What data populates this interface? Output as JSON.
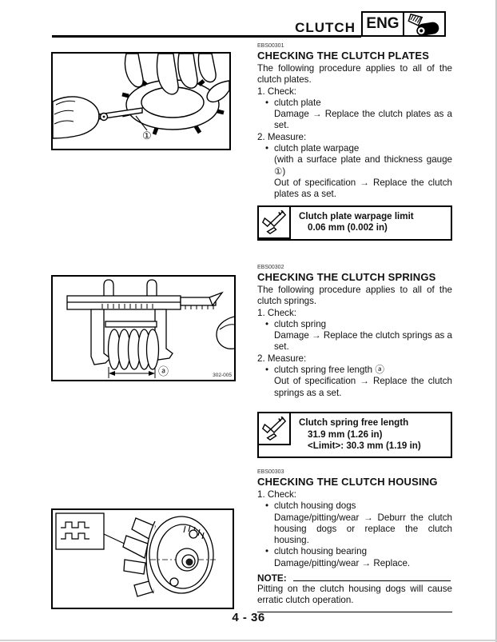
{
  "header": {
    "title": "CLUTCH",
    "badge_label": "ENG"
  },
  "footer": {
    "page_number": "4 - 36"
  },
  "glyphs": {
    "bullet": "•"
  },
  "figures": {
    "plate_check": {
      "callout": "①"
    },
    "spring_measure": {
      "callout": "ⓐ",
      "ref_code": "302-005"
    }
  },
  "sections": [
    {
      "code": "EBS00301",
      "heading": "CHECKING THE CLUTCH PLATES",
      "intro": "The following procedure applies to all of the clutch plates.",
      "steps": [
        {
          "label": "1. Check:"
        },
        {
          "bullet": "clutch plate"
        },
        {
          "detail": "Damage → Replace the clutch plates as a set."
        },
        {
          "label": "2. Measure:"
        },
        {
          "bullet": "clutch plate warpage"
        },
        {
          "detail": "(with a surface plate and thickness gauge ①)"
        },
        {
          "detail": "Out of specification → Replace the clutch plates as a set."
        }
      ],
      "spec": {
        "title": "Clutch plate warpage limit",
        "values": [
          "0.06 mm (0.002 in)"
        ]
      }
    },
    {
      "code": "EBS00302",
      "heading": "CHECKING THE CLUTCH SPRINGS",
      "intro": "The following procedure applies to all of the clutch springs.",
      "steps": [
        {
          "label": "1. Check:"
        },
        {
          "bullet": "clutch spring"
        },
        {
          "detail": "Damage → Replace the clutch springs as a set."
        },
        {
          "label": "2. Measure:"
        },
        {
          "bullet": "clutch spring free length ⓐ"
        },
        {
          "detail": "Out of specification → Replace the clutch springs as a set."
        }
      ],
      "spec": {
        "title": "Clutch spring free length",
        "values": [
          "31.9 mm (1.26 in)",
          "<Limit>: 30.3 mm (1.19 in)"
        ]
      }
    },
    {
      "code": "EBS00303",
      "heading": "CHECKING THE CLUTCH HOUSING",
      "steps": [
        {
          "label": "1. Check:"
        },
        {
          "bullet": "clutch housing dogs"
        },
        {
          "detail": "Damage/pitting/wear → Deburr the clutch housing dogs or replace the clutch housing."
        },
        {
          "bullet": "clutch housing bearing"
        },
        {
          "detail": "Damage/pitting/wear → Replace."
        }
      ],
      "note": {
        "label": "NOTE:",
        "text": "Pitting on the clutch housing dogs will cause erratic clutch operation."
      }
    }
  ]
}
